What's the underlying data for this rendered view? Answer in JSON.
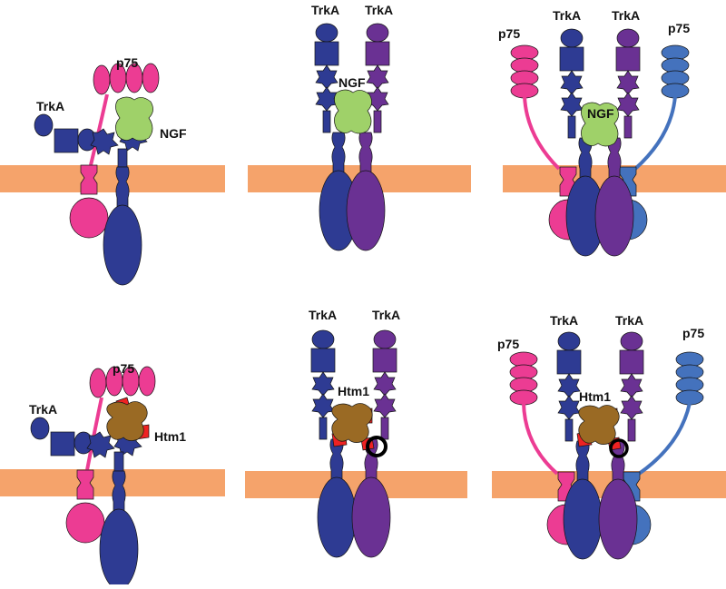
{
  "labels": {
    "trka": "TrkA",
    "p75": "p75",
    "ngf": "NGF",
    "htm1": "Htm1"
  },
  "colors": {
    "membrane": "#f5a36b",
    "trka_a": "#2e3b93",
    "trka_b": "#6a3193",
    "p75_a": "#ec3c93",
    "p75_b": "#4472bd",
    "ngf": "#9fd169",
    "htm1": "#9a6a24",
    "htm1_contact": "#ee2222",
    "site_ring": "#000000"
  }
}
